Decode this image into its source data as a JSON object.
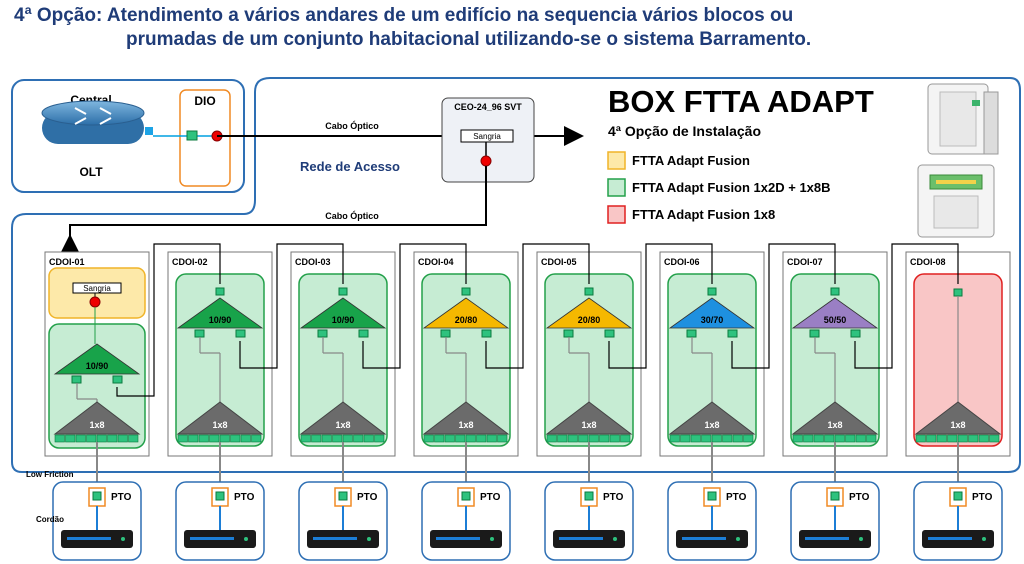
{
  "title": {
    "line1": "4ª Opção: Atendimento a vários andares de um edifício na sequencia vários blocos ou",
    "line2": "prumadas de um conjunto habitacional utilizando-se o sistema Barramento."
  },
  "central": {
    "label": "Central",
    "olt": "OLT",
    "dio": "DIO"
  },
  "network": {
    "ceo": "CEO-24_96 SVT",
    "sangria": "Sangria",
    "cabo_optico": "Cabo Óptico",
    "rede_acesso": "Rede de Acesso",
    "low_friction": "Low Friction",
    "cordao": "Cordão"
  },
  "legend": {
    "title": "BOX FTTA ADAPT",
    "subtitle": "4ª Opção de Instalação",
    "items": [
      {
        "label": "FTTA Adapt Fusion",
        "fill": "#fde9a9",
        "stroke": "#f0b429"
      },
      {
        "label": "FTTA Adapt Fusion 1x2D + 1x8B",
        "fill": "#c6ecd3",
        "stroke": "#23a04a"
      },
      {
        "label": "FTTA Adapt Fusion 1x8",
        "fill": "#f9c6c6",
        "stroke": "#e02020"
      }
    ]
  },
  "cdois": [
    {
      "name": "CDOI-01",
      "ratio": "10/90",
      "color": "#18a34a"
    },
    {
      "name": "CDOI-02",
      "ratio": "10/90",
      "color": "#18a34a"
    },
    {
      "name": "CDOI-03",
      "ratio": "10/90",
      "color": "#18a34a"
    },
    {
      "name": "CDOI-04",
      "ratio": "20/80",
      "color": "#f5b800"
    },
    {
      "name": "CDOI-05",
      "ratio": "20/80",
      "color": "#f5b800"
    },
    {
      "name": "CDOI-06",
      "ratio": "30/70",
      "color": "#1e90e0"
    },
    {
      "name": "CDOI-07",
      "ratio": "50/50",
      "color": "#9a7fc4"
    },
    {
      "name": "CDOI-08",
      "ratio": "",
      "color": ""
    }
  ],
  "splitter_label": "1x8",
  "pto_label": "PTO"
}
